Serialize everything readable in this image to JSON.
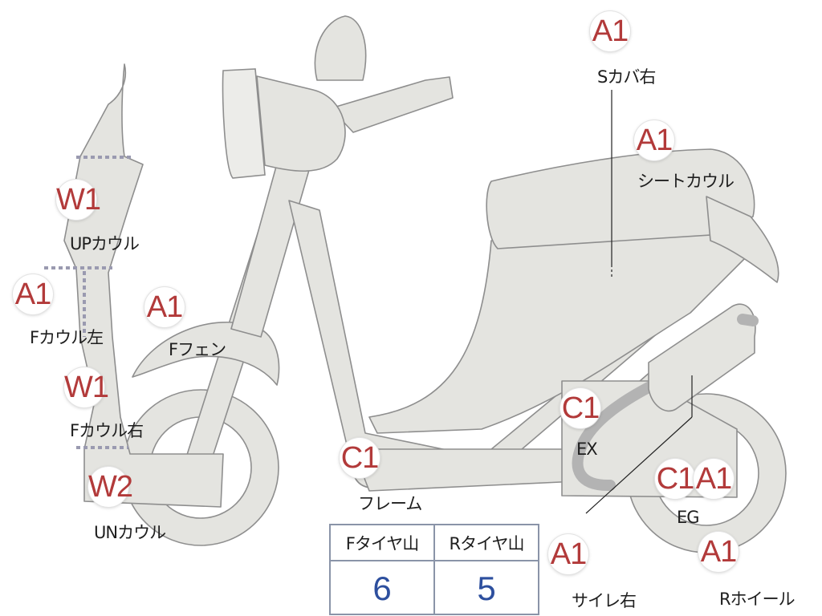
{
  "markers": {
    "s_cover_right": {
      "grade": "A1",
      "label": "Sカバ右"
    },
    "seat_cowl": {
      "grade": "A1",
      "label": "シートカウル"
    },
    "up_cowl": {
      "grade": "W1",
      "label": "UPカウル"
    },
    "f_cowl_left": {
      "grade": "A1",
      "label": "Fカウル左"
    },
    "f_fender": {
      "grade": "A1",
      "label": "Fフェン"
    },
    "f_cowl_right": {
      "grade": "W1",
      "label": "Fカウル右"
    },
    "un_cowl": {
      "grade": "W2",
      "label": "UNカウル"
    },
    "frame": {
      "grade": "C1",
      "label": "フレーム"
    },
    "exhaust": {
      "grade": "C1",
      "label": "EX"
    },
    "engine": {
      "grade": "C1",
      "label": "EG"
    },
    "engine_a": {
      "grade": "A1"
    },
    "r_wheel": {
      "grade": "A1",
      "label": "Rホイール"
    },
    "silencer_right": {
      "grade": "A1",
      "label": "サイレ右"
    }
  },
  "tire_tread": {
    "front_header": "Fタイヤ山",
    "rear_header": "Rタイヤ山",
    "front_value": "6",
    "rear_value": "5"
  },
  "colors": {
    "body_fill": "#e4e4e0",
    "outline": "#8e8e8e",
    "grade_text": "#b23a3a",
    "value_text": "#2d4f9e",
    "table_border": "#8a94a8"
  }
}
